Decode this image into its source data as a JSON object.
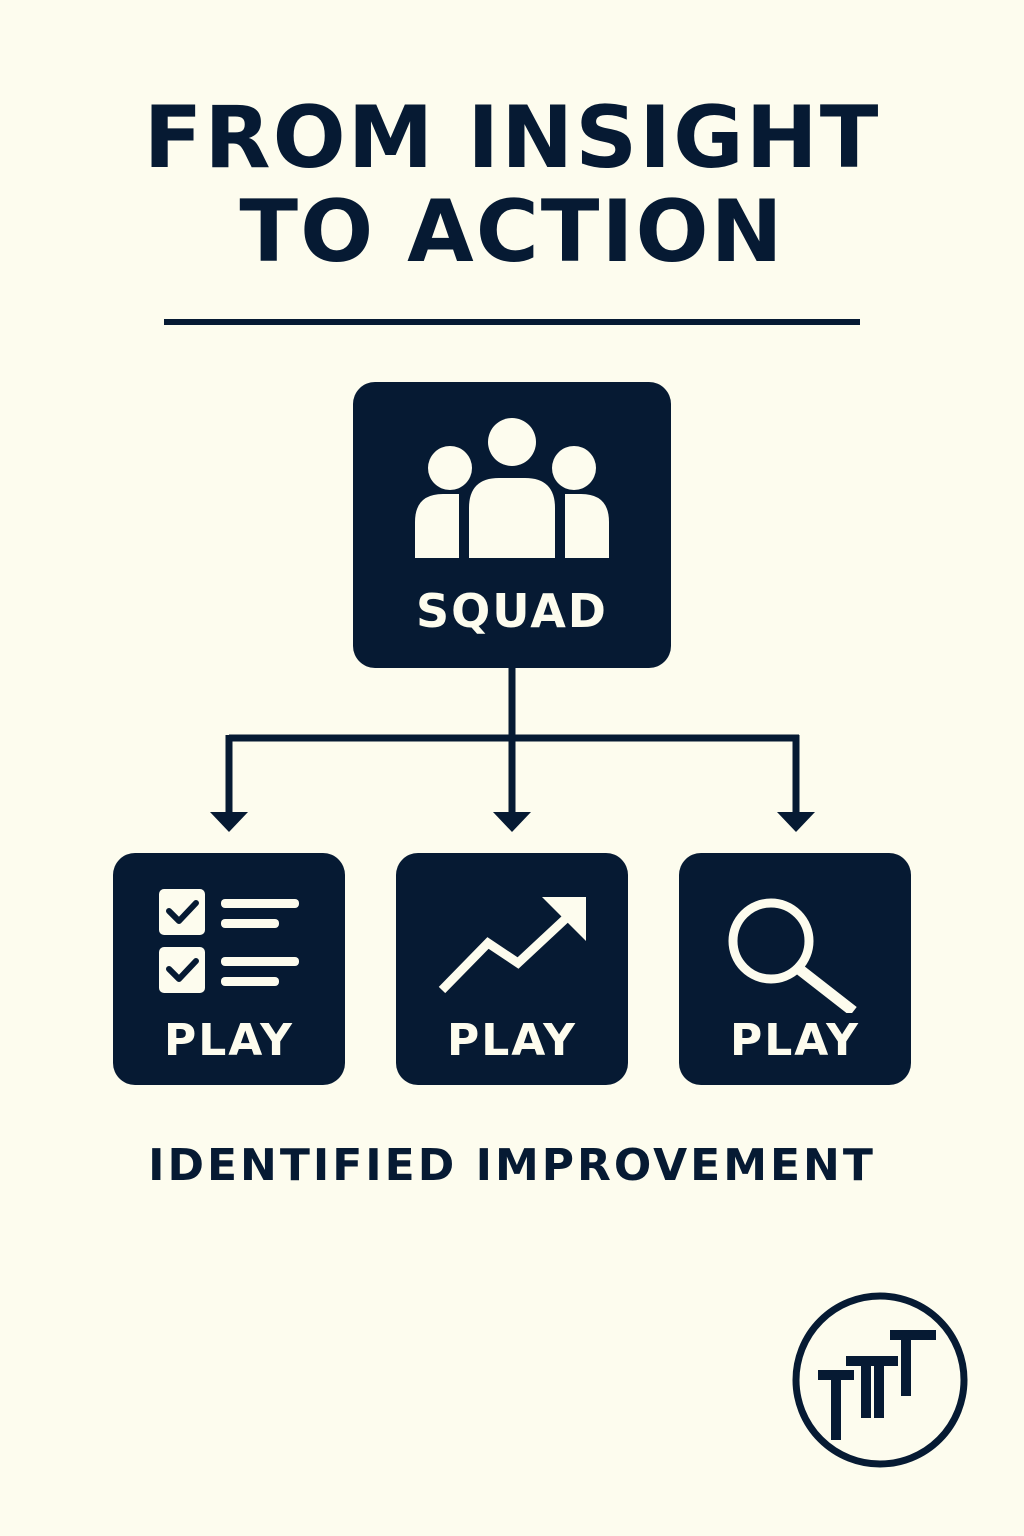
{
  "title": {
    "line1": "FROM INSIGHT",
    "line2": "TO ACTION"
  },
  "squad": {
    "label": "SQUAD",
    "icon": "group-people-icon"
  },
  "plays": [
    {
      "label": "PLAY",
      "icon": "checklist-icon"
    },
    {
      "label": "PLAY",
      "icon": "trending-up-arrow-icon"
    },
    {
      "label": "PLAY",
      "icon": "magnifying-glass-icon"
    }
  ],
  "caption": "IDENTIFIED IMPROVEMENT",
  "logo": {
    "icon": "tt-monogram-logo"
  },
  "colors": {
    "background": "#fdfcee",
    "navy": "#061a33"
  }
}
